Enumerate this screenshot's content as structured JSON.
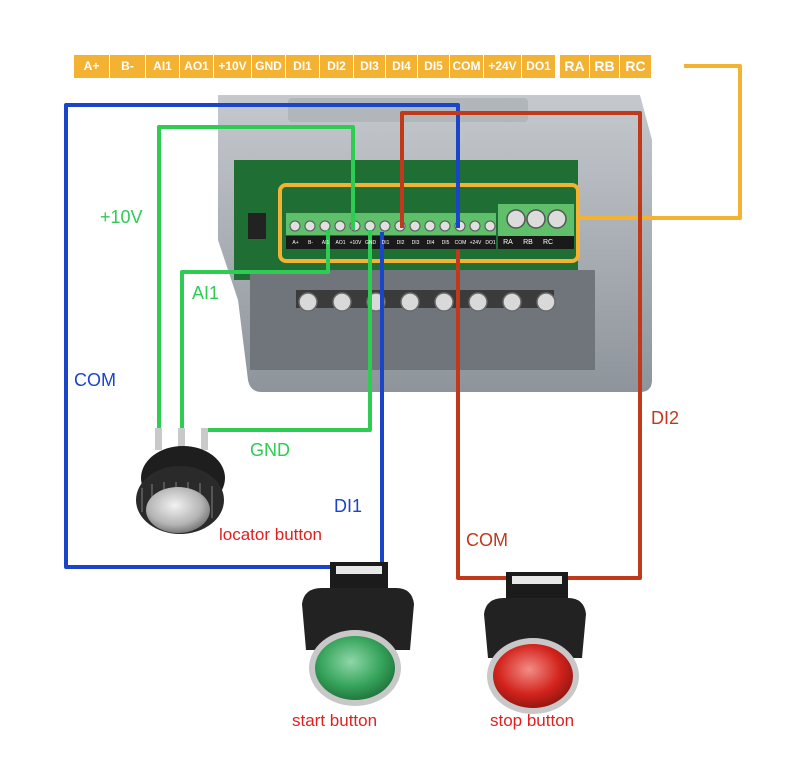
{
  "terminals": [
    "A+",
    "B-",
    "AI1",
    "AO1",
    "+10V",
    "GND",
    "DI1",
    "DI2",
    "DI3",
    "DI4",
    "DI5",
    "COM",
    "+24V",
    "DO1"
  ],
  "relay_terminals": [
    "RA",
    "RB",
    "RC"
  ],
  "board_terminals": [
    "A+",
    "B-",
    "AI1",
    "AO1",
    "+10V",
    "GND",
    "DI1",
    "DI2",
    "DI3",
    "DI4",
    "DI5",
    "COM",
    "+24V",
    "DO1"
  ],
  "board_relay_terminals": [
    "RA",
    "RB",
    "RC"
  ],
  "wire_labels": {
    "plus10v": "+10V",
    "ai1": "AI1",
    "com_left": "COM",
    "gnd": "GND",
    "di1": "DI1",
    "di2": "DI2",
    "com_right": "COM"
  },
  "component_labels": {
    "locator": "locator button",
    "start": "start button",
    "stop": "stop button"
  },
  "colors": {
    "terminal_bg": "#f4b233",
    "relay_wire": "#f4b233",
    "com_wire": "#1a45c8",
    "analog_wire": "#2ecc52",
    "stop_wire": "#c0391b",
    "label_red": "#e02020"
  }
}
